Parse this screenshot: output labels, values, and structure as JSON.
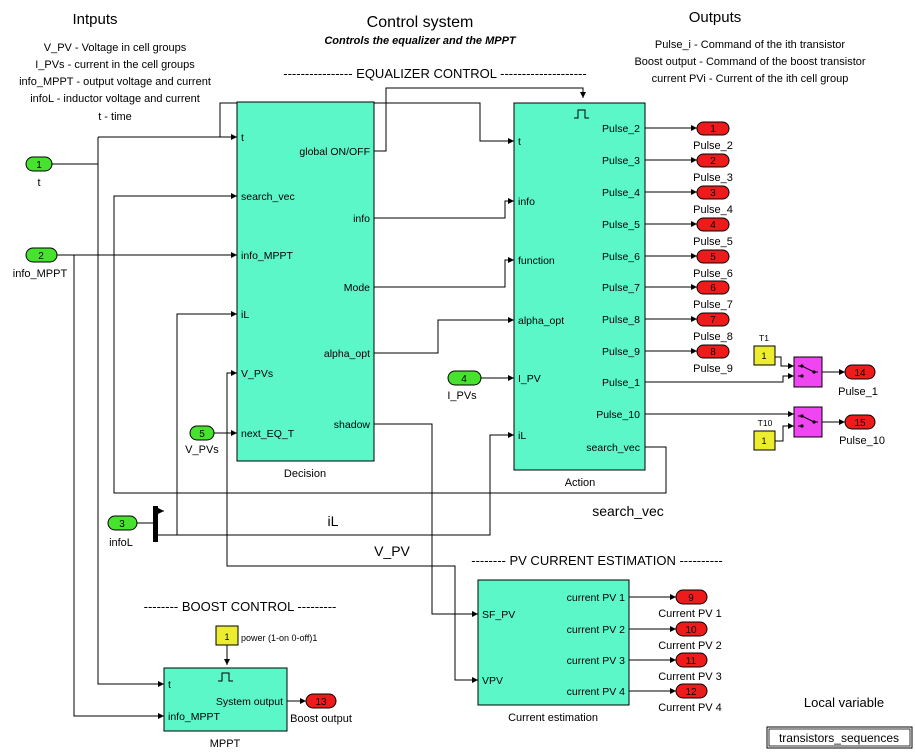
{
  "inputs_legend": {
    "title": "Intputs",
    "lines": [
      "V_PV - Voltage in cell groups",
      "I_PVs - current in the cell groups",
      "info_MPPT - output voltage and current",
      "infoL - inductor voltage and current",
      "t - time"
    ]
  },
  "control_legend": {
    "title": "Control system",
    "subtitle": "Controls the equalizer and the MPPT"
  },
  "outputs_legend": {
    "title": "Outputs",
    "lines": [
      "Pulse_i - Command of the ith transistor",
      "Boost output - Command of the boost transistor",
      "current PVi - Current of the ith cell group"
    ]
  },
  "sections": {
    "equalizer": "---------------- EQUALIZER CONTROL --------------------",
    "pv_current": "-------- PV CURRENT ESTIMATION ----------",
    "boost": "-------- BOOST CONTROL ---------"
  },
  "inports": [
    {
      "num": "1",
      "label": "t"
    },
    {
      "num": "2",
      "label": "info_MPPT"
    },
    {
      "num": "3",
      "label": "infoL"
    },
    {
      "num": "4",
      "label": "I_PVs"
    },
    {
      "num": "5",
      "label": "V_PVs"
    }
  ],
  "decision": {
    "name": "Decision",
    "inputs": [
      "t",
      "search_vec",
      "info_MPPT",
      "iL",
      "V_PVs",
      "next_EQ_T"
    ],
    "outputs": [
      "global ON/OFF",
      "info",
      "Mode",
      "alpha_opt",
      "shadow"
    ]
  },
  "action": {
    "name": "Action",
    "inputs": [
      "t",
      "info",
      "function",
      "alpha_opt",
      "I_PV",
      "iL"
    ],
    "outputs": [
      "Pulse_2",
      "Pulse_3",
      "Pulse_4",
      "Pulse_5",
      "Pulse_6",
      "Pulse_7",
      "Pulse_8",
      "Pulse_9",
      "Pulse_1",
      "Pulse_10",
      "search_vec"
    ]
  },
  "pulse_outports": [
    {
      "num": "1",
      "label": "Pulse_2"
    },
    {
      "num": "2",
      "label": "Pulse_3"
    },
    {
      "num": "3",
      "label": "Pulse_4"
    },
    {
      "num": "4",
      "label": "Pulse_5"
    },
    {
      "num": "5",
      "label": "Pulse_6"
    },
    {
      "num": "6",
      "label": "Pulse_7"
    },
    {
      "num": "7",
      "label": "Pulse_8"
    },
    {
      "num": "8",
      "label": "Pulse_9"
    }
  ],
  "switches": [
    {
      "tag": "T1",
      "const": "1",
      "out_num": "14",
      "out_label": "Pulse_1"
    },
    {
      "tag": "T10",
      "const": "1",
      "out_num": "15",
      "out_label": "Pulse_10"
    }
  ],
  "estimation": {
    "name": "Current estimation",
    "inputs": [
      "SF_PV",
      "VPV"
    ],
    "outputs": [
      "current PV 1",
      "current PV 2",
      "current PV 3",
      "current PV 4"
    ],
    "outports": [
      {
        "num": "9",
        "label": "Current PV 1"
      },
      {
        "num": "10",
        "label": "Current PV 2"
      },
      {
        "num": "11",
        "label": "Current PV 3"
      },
      {
        "num": "12",
        "label": "Current PV 4"
      }
    ]
  },
  "mppt": {
    "name": "MPPT",
    "inputs": [
      "t",
      "info_MPPT"
    ],
    "output": "System output",
    "const": "1",
    "const_label": "power (1-on 0-off)1",
    "outport_num": "13",
    "outport_label": "Boost output"
  },
  "signals": {
    "il": "iL",
    "search_vec": "search_vec",
    "v_pv": "V_PV"
  },
  "local_variable": {
    "title": "Local variable",
    "name": "transistors_sequences"
  }
}
